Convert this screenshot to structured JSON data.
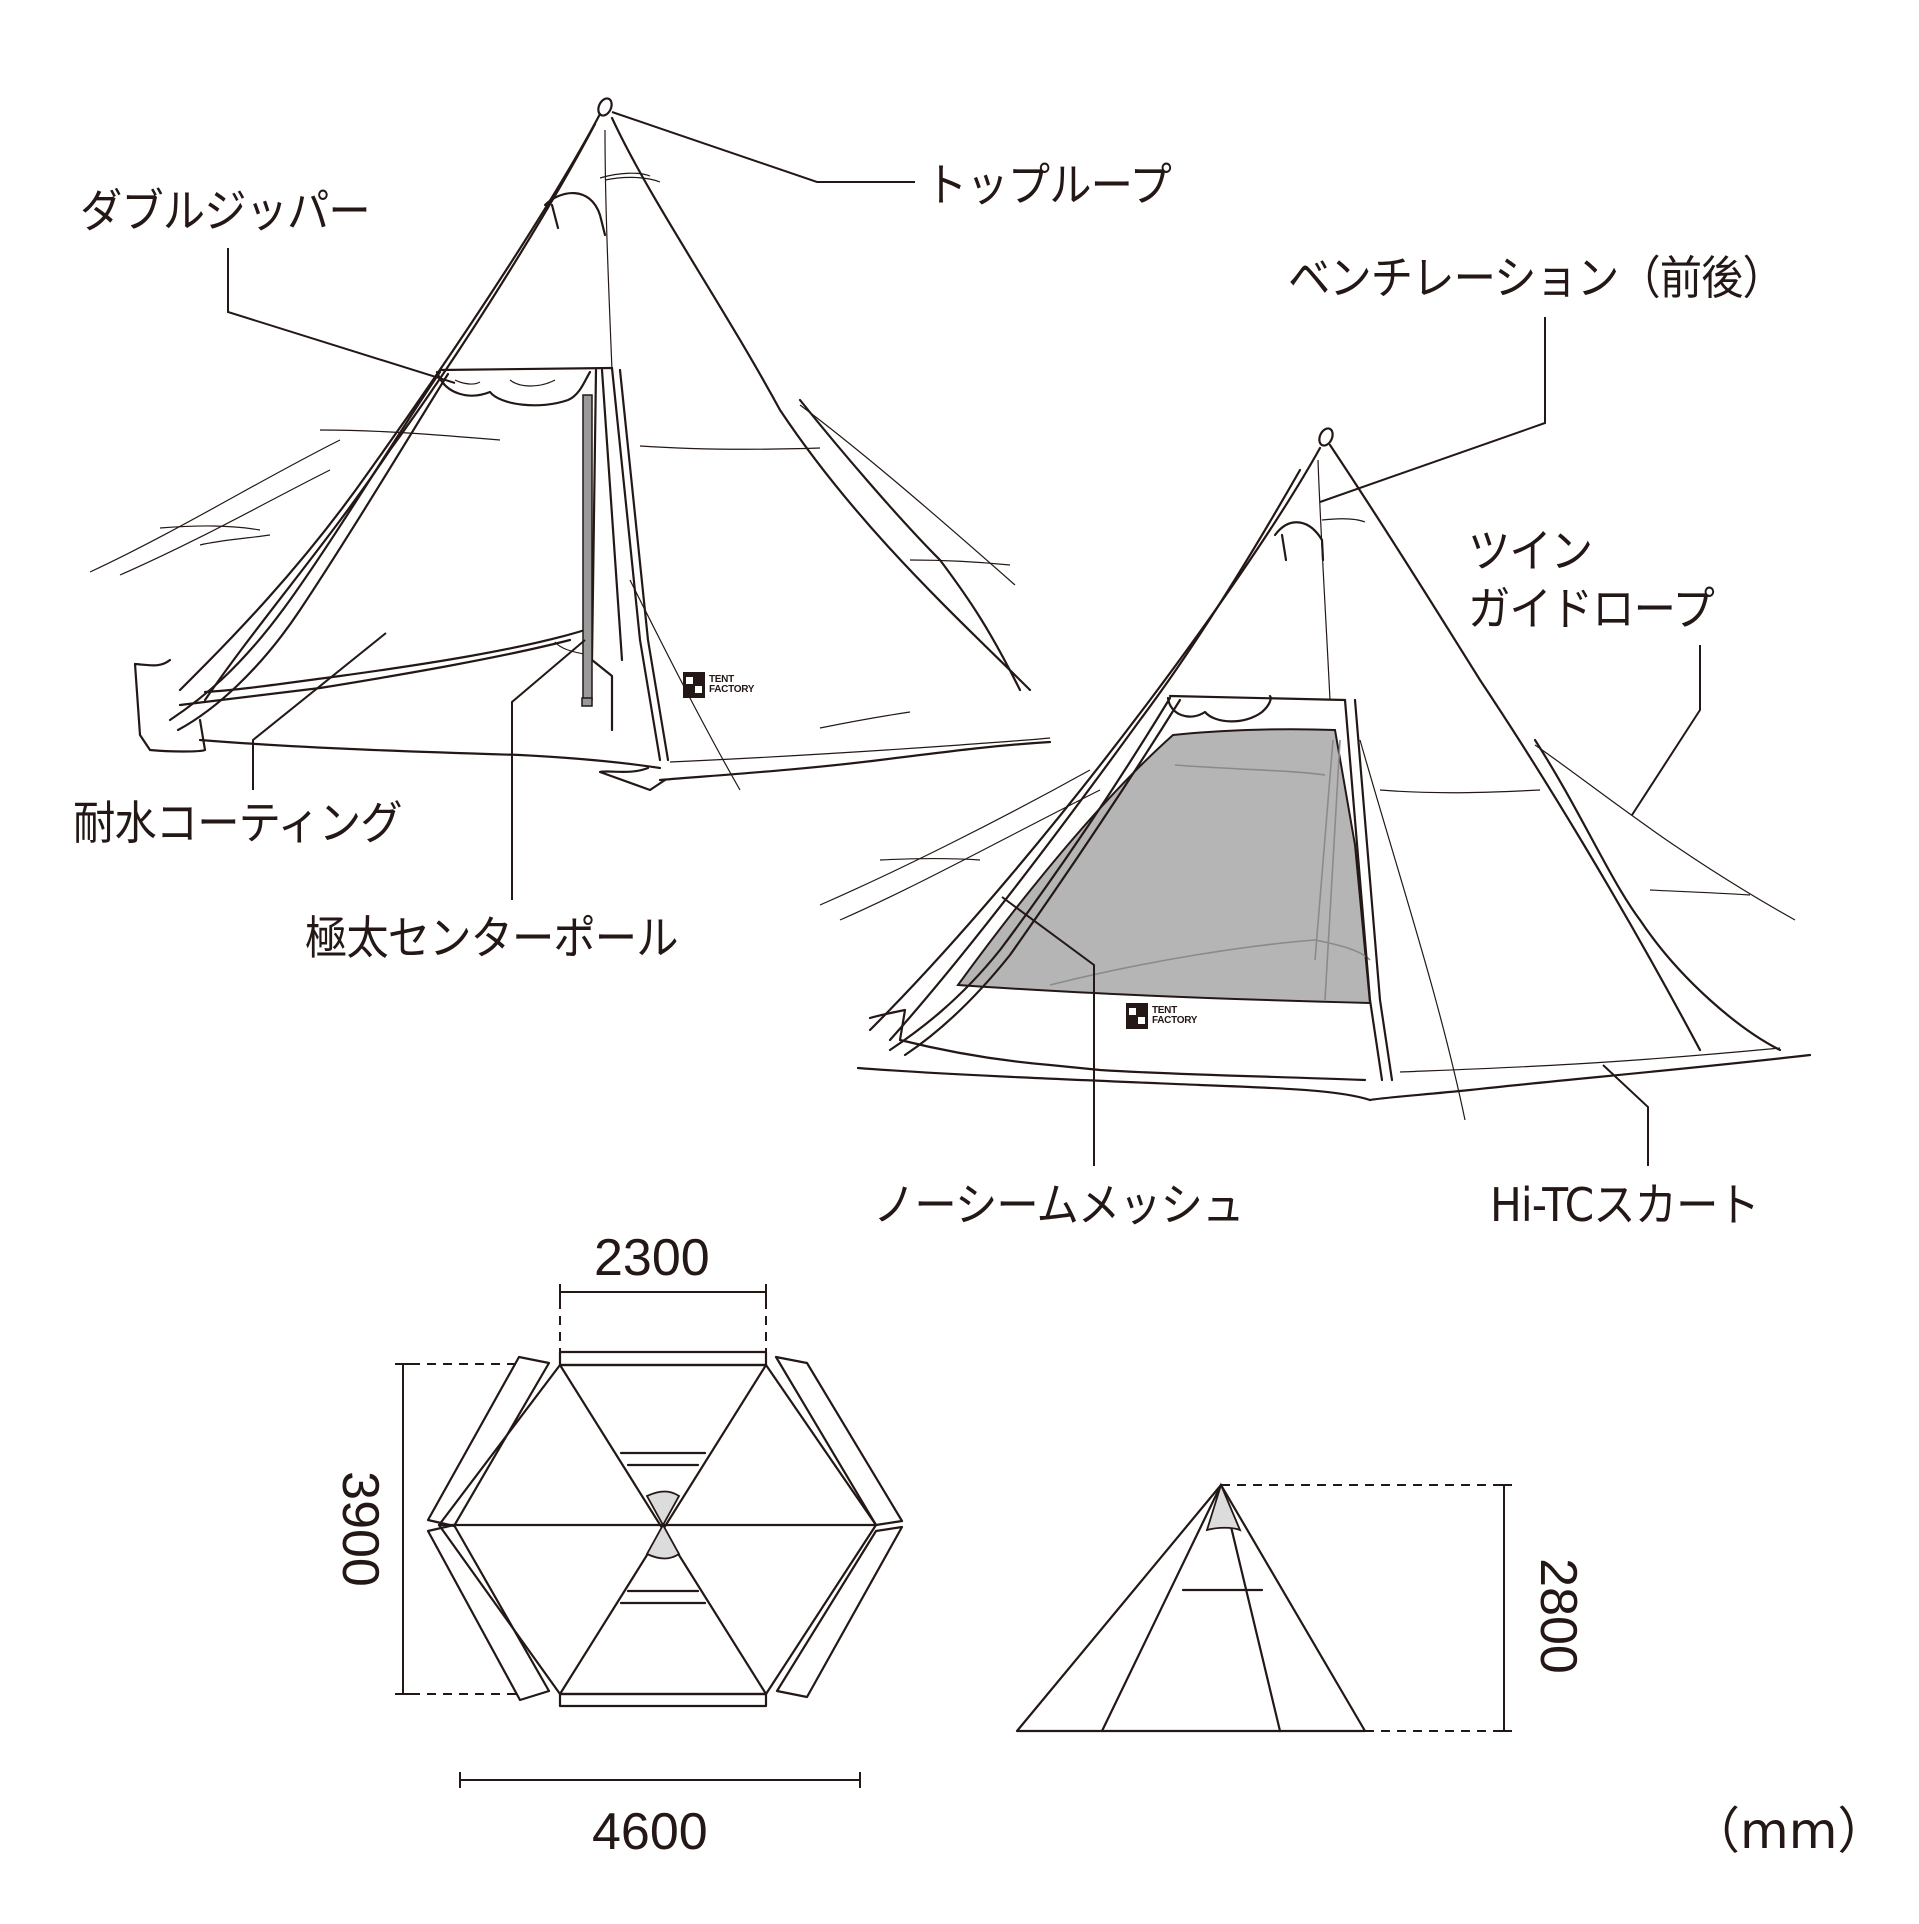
{
  "product": {
    "brand_logo": [
      "TENT",
      "FACTORY"
    ]
  },
  "callouts": {
    "top_loop": "トップループ",
    "double_zipper": "ダブルジッパー",
    "ventilation": "ベンチレーション（前後）",
    "twin_guy_rope_line1": "ツイン",
    "twin_guy_rope_line2": "ガイドロープ",
    "water_resistant_coating": "耐水コーティング",
    "thick_center_pole": "極太センターポール",
    "no_seam_mesh": "ノーシームメッシュ",
    "hi_tc_skirt": "Hi-TCスカート"
  },
  "dimensions": {
    "top_width": "2300",
    "depth": "3900",
    "width": "4600",
    "height": "2800",
    "unit": "（mm）"
  },
  "colors": {
    "line": "#231815",
    "mesh_fill": "#b5b5b5",
    "top_vent_fill": "#dcdcdc",
    "background": "#ffffff"
  }
}
